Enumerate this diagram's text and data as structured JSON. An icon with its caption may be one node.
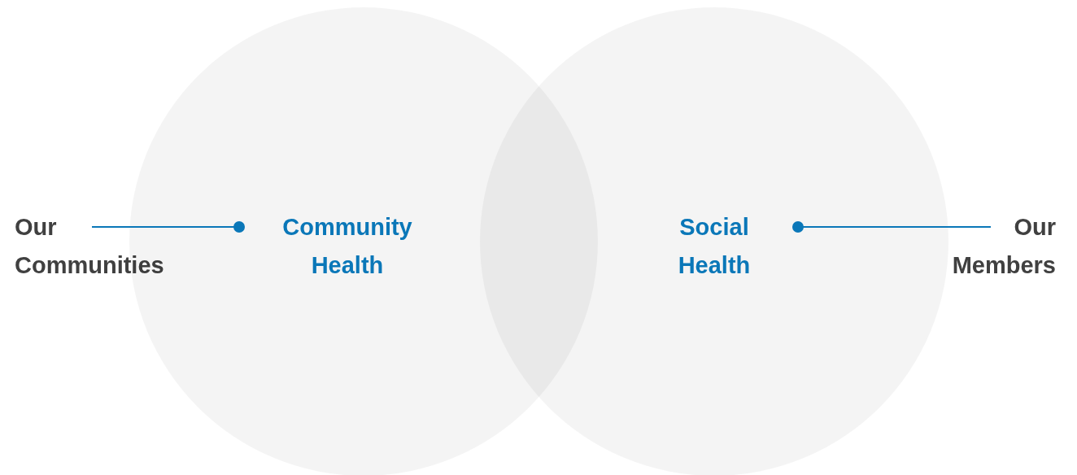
{
  "diagram": {
    "nodes": [
      {
        "text": [
          "Our Communities"
        ]
      },
      {
        "text": [],
        "shape": "circle"
      },
      {
        "text": [
          "Community Health"
        ],
        "in": 1
      },
      {
        "text": [],
        "shape": "circle"
      },
      {
        "text": [
          "Social Health"
        ],
        "in": 3
      },
      {
        "text": [
          "Our Members"
        ]
      }
    ],
    "edges": [
      {
        "from": 0,
        "to": 2,
        "arrow": "other"
      },
      {
        "from": 5,
        "to": 4,
        "arrow": "other"
      }
    ]
  }
}
